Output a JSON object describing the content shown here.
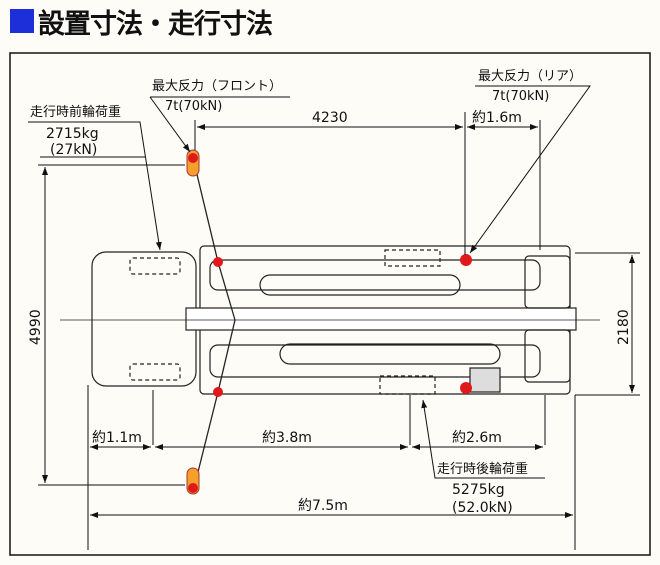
{
  "title": "設置寸法・走行寸法",
  "colors": {
    "accent": "#1c2fd8",
    "reaction_point": "#e01a1a"
  },
  "labels": {
    "front_reaction_title": "最大反力（フロント）",
    "front_reaction_value": "7t(70kN)",
    "rear_reaction_title": "最大反力（リア）",
    "rear_reaction_value": "7t(70kN)",
    "front_wheel_title": "走行時前輪荷重",
    "front_wheel_kg": "2715kg",
    "front_wheel_kn": "(27kN)",
    "rear_wheel_title": "走行時後輪荷重",
    "rear_wheel_kg": "5275kg",
    "rear_wheel_kn": "(52.0kN)"
  },
  "dimensions": {
    "outrigger_span_length": "4230",
    "rear_overhang": "約1.6m",
    "outrigger_width": "4990",
    "vehicle_width": "2180",
    "front_overhang": "約1.1m",
    "wheelbase": "約3.8m",
    "rear_length": "約2.6m",
    "overall_length": "約7.5m"
  }
}
